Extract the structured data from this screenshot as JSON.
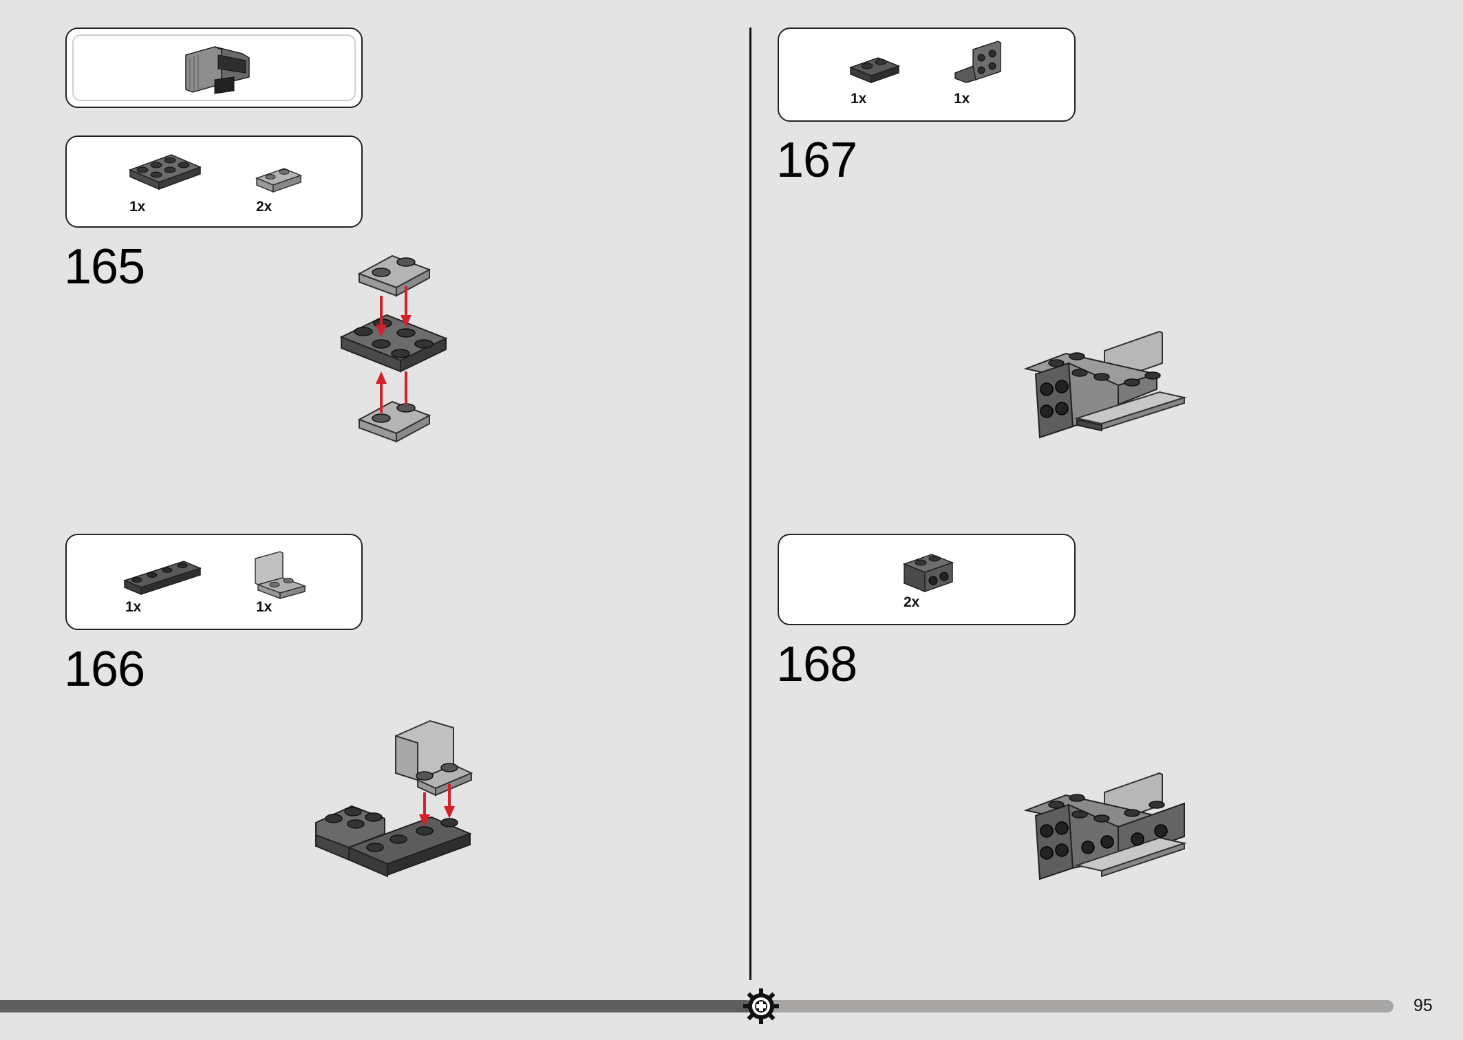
{
  "steps": [
    {
      "number": "165",
      "parts": [
        {
          "qty": "1x"
        },
        {
          "qty": "2x"
        }
      ]
    },
    {
      "number": "166",
      "parts": [
        {
          "qty": "1x"
        },
        {
          "qty": "1x"
        }
      ]
    },
    {
      "number": "167",
      "parts": [
        {
          "qty": "1x"
        },
        {
          "qty": "1x"
        }
      ]
    },
    {
      "number": "168",
      "parts": [
        {
          "qty": "2x"
        }
      ]
    }
  ],
  "footer": {
    "page_number": "95",
    "progress_percent": 54
  },
  "colors": {
    "page_background": "#e4e4e4",
    "dark_grey_brick": "#5a5a5a",
    "light_grey_brick": "#a9a9a9",
    "arrow_red": "#d3202c"
  }
}
